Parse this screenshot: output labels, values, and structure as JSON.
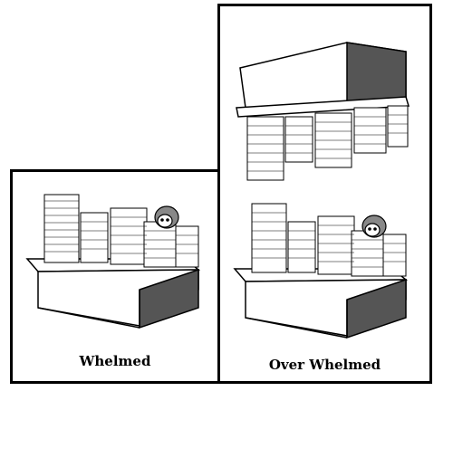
{
  "panels": {
    "left": {
      "caption": "Whelmed"
    },
    "right": {
      "caption": "Over Whelmed"
    }
  },
  "colors": {
    "ink": "#000000",
    "paper": "#ffffff"
  },
  "icons": [
    "desk-illustration",
    "paper-stacks-illustration",
    "person-peeking-illustration",
    "falling-desk-illustration"
  ]
}
